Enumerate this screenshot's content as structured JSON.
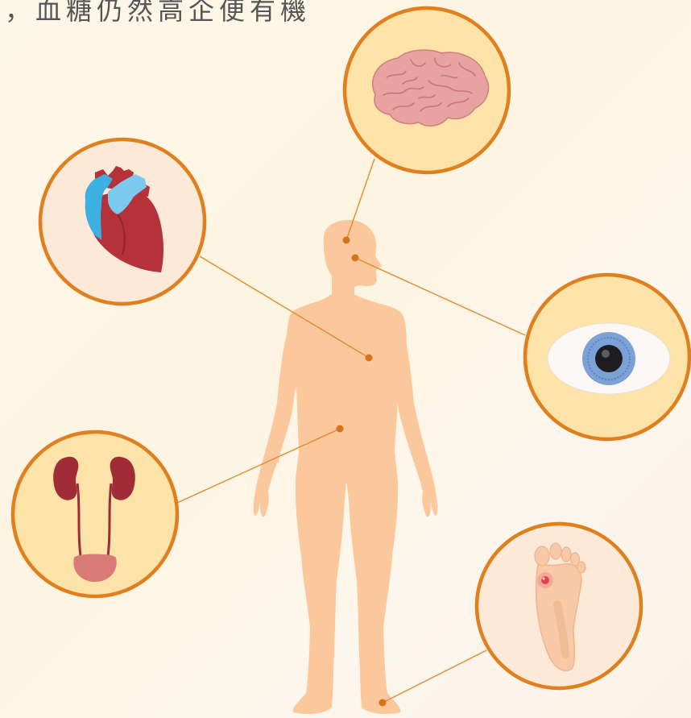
{
  "caption": "，血糖仍然高企便有機",
  "colors": {
    "body": "#fbc89d",
    "ring": "#e07f1d",
    "line": "#e48a2c",
    "dot": "#d9731a",
    "circle_fill_yellow": "#fde3a8",
    "circle_fill_peach": "#fde9d7",
    "brain": "#e8a3a1",
    "heart_red": "#b6323a",
    "heart_blue": "#3cb0e0",
    "eye_iris": "#7ba1d6",
    "kidney": "#9f2c37",
    "bladder": "#d97a76",
    "ulcer": "#e2404e"
  },
  "organs": [
    {
      "name": "brain",
      "icon": "brain-icon"
    },
    {
      "name": "heart",
      "icon": "heart-icon"
    },
    {
      "name": "eye",
      "icon": "eye-icon"
    },
    {
      "name": "kidneys",
      "icon": "kidney-icon"
    },
    {
      "name": "foot",
      "icon": "foot-icon"
    }
  ]
}
